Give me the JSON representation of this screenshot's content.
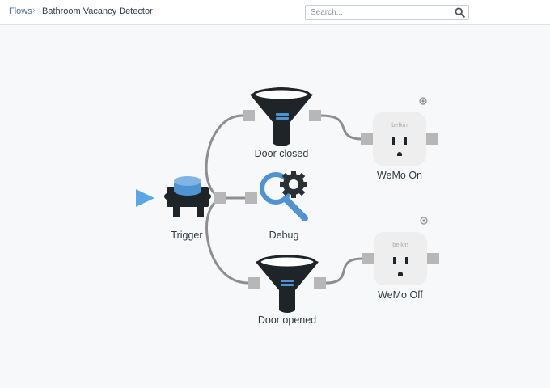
{
  "breadcrumb": {
    "root": "Flows",
    "current": "Bathroom Vacancy Detector"
  },
  "search": {
    "placeholder": "Search..."
  },
  "nodes": {
    "trigger": {
      "label": "Trigger"
    },
    "door_closed": {
      "label": "Door closed"
    },
    "debug": {
      "label": "Debug"
    },
    "door_opened": {
      "label": "Door opened"
    },
    "wemo_on": {
      "label": "WeMo On",
      "brand": "belkin"
    },
    "wemo_off": {
      "label": "WeMo Off",
      "brand": "belkin"
    }
  },
  "colors": {
    "accent_blue": "#4f93d2",
    "node_dark": "#1f2429",
    "port_gray": "#b7b7b7",
    "wire_gray": "#8e8e8e",
    "plug_body": "#eeeeee"
  }
}
